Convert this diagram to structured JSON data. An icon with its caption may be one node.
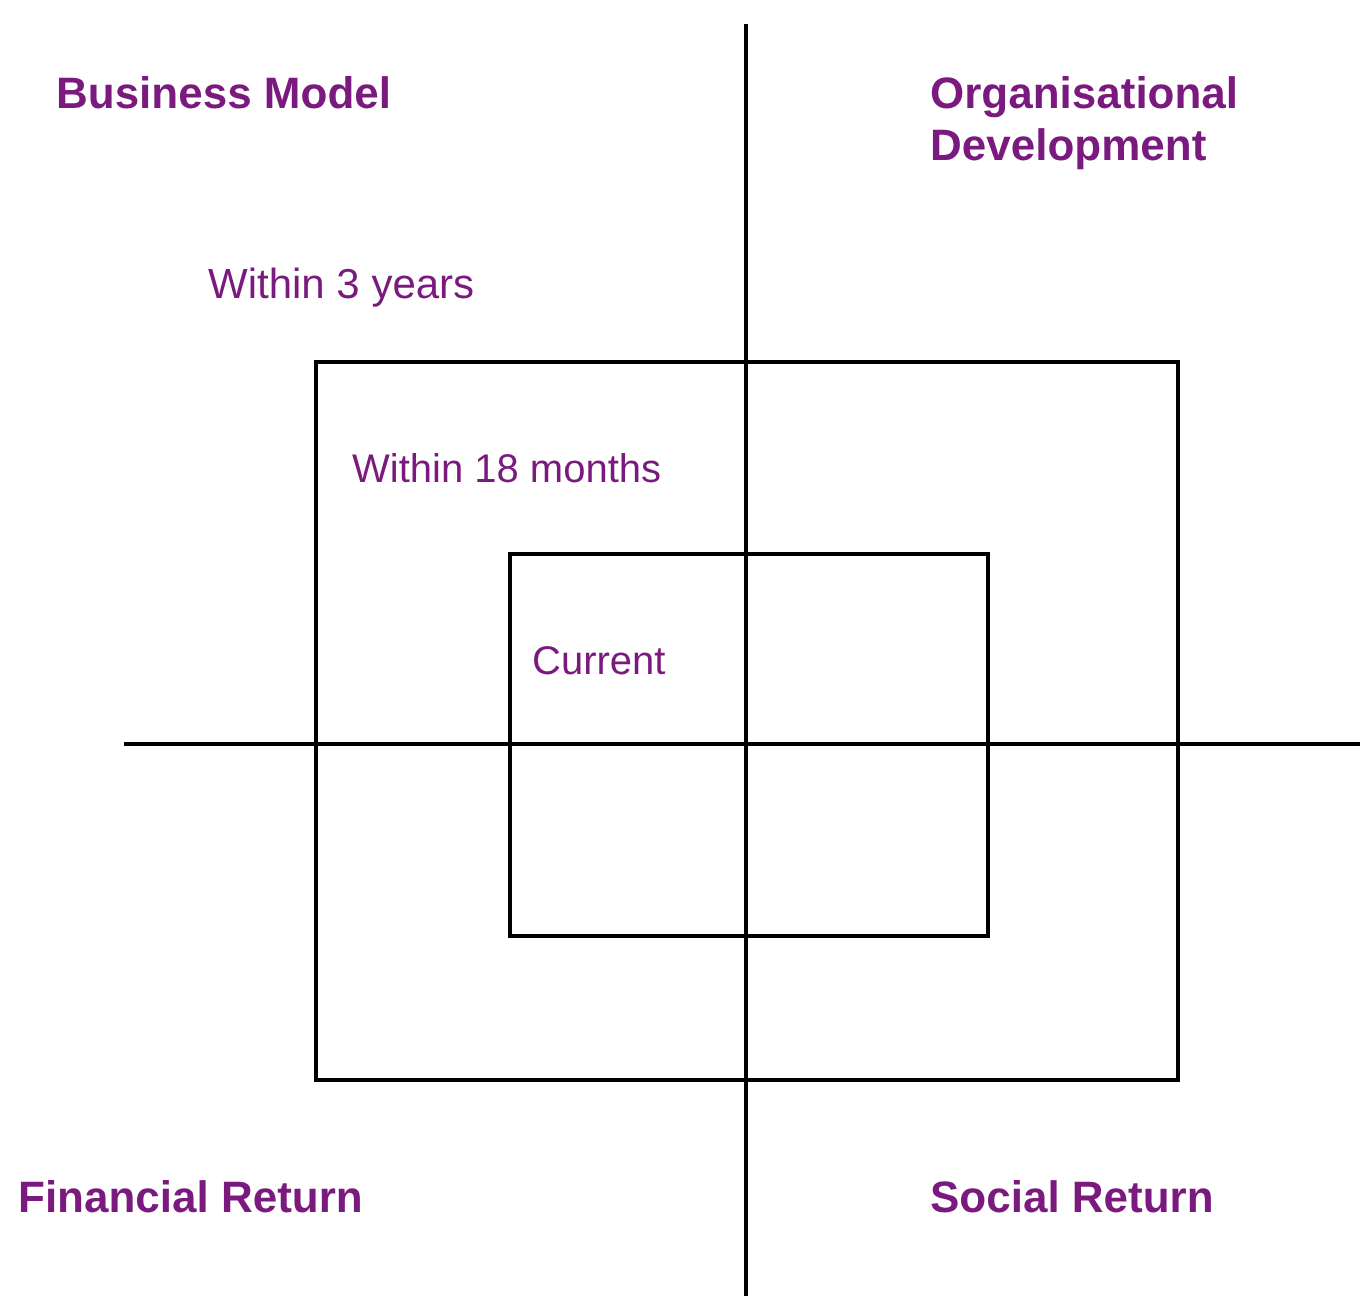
{
  "diagram": {
    "nodes": [
      {
        "text": [
          "Within 18 months"
        ]
      },
      {
        "text": [
          "Current"
        ],
        "in": 0
      }
    ],
    "labels": [
      "Business Model",
      "Organisational Development",
      "Within 3 years",
      "Financial Return",
      "Social Return"
    ]
  }
}
